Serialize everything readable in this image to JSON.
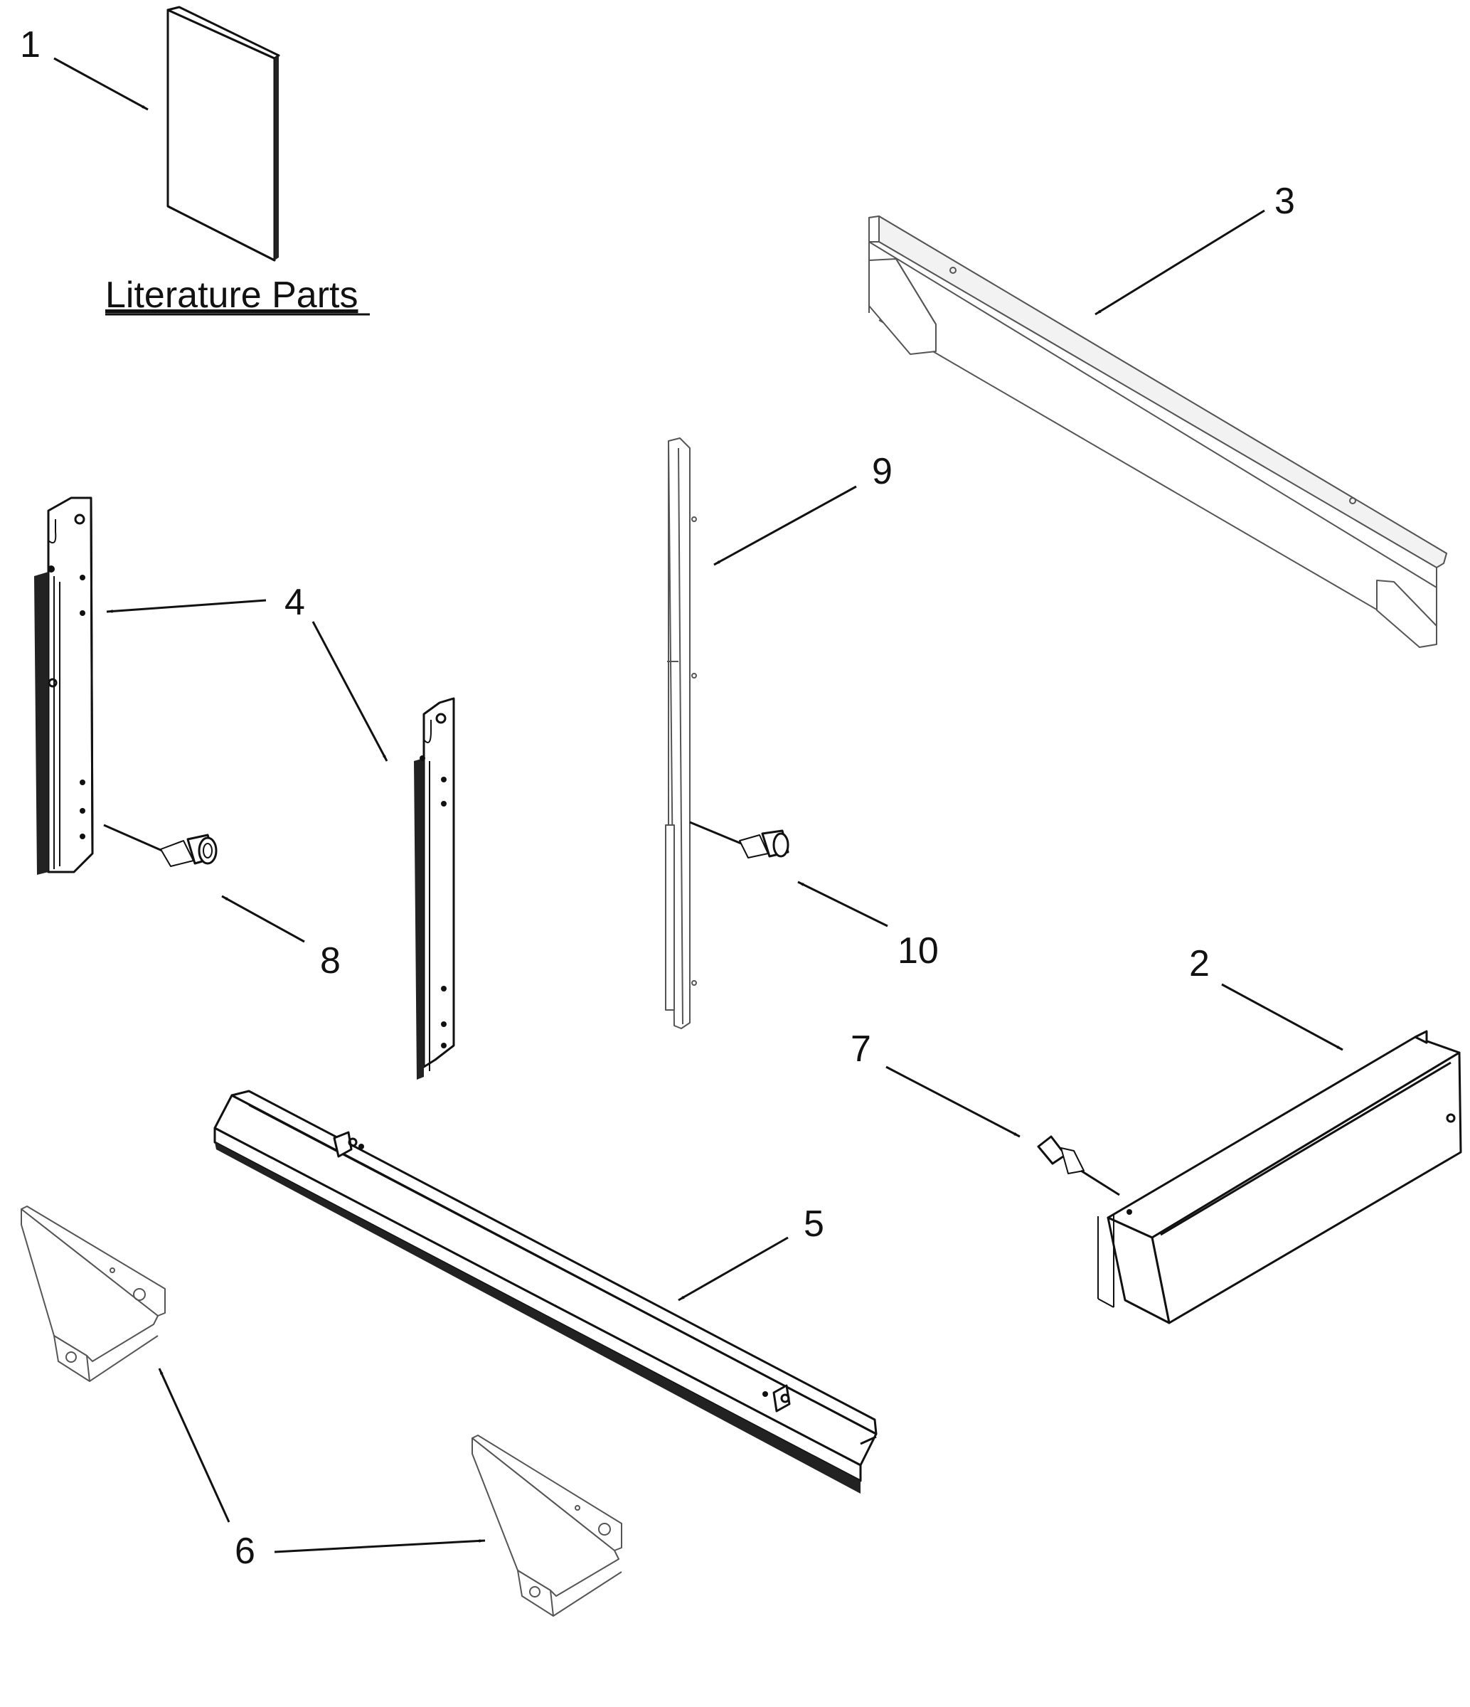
{
  "diagram": {
    "section_title": "Literature Parts",
    "callouts": {
      "c1": "1",
      "c2": "2",
      "c3": "3",
      "c4": "4",
      "c5": "5",
      "c6": "6",
      "c7": "7",
      "c8": "8",
      "c9": "9",
      "c10": "10"
    }
  }
}
